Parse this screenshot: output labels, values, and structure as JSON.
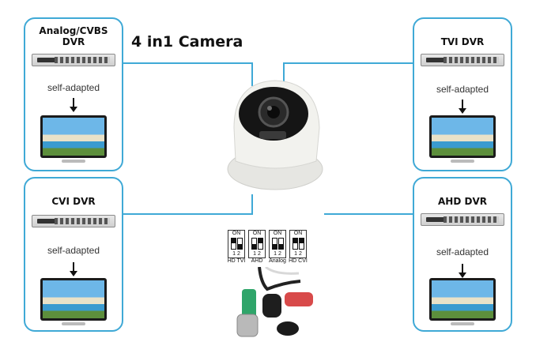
{
  "title": "4 in1 Camera",
  "panels": {
    "analog": {
      "title_line1": "Analog/CVBS",
      "title_line2": "DVR",
      "subtitle": "self-adapted"
    },
    "cvi": {
      "title": "CVI DVR",
      "subtitle": "self-adapted"
    },
    "tvi": {
      "title": "TVI DVR",
      "subtitle": "self-adapted"
    },
    "ahd": {
      "title": "AHD DVR",
      "subtitle": "self-adapted"
    }
  },
  "switches": [
    {
      "on": "ON",
      "nums": "1 2",
      "label": "HD TVI"
    },
    {
      "on": "ON",
      "nums": "1 2",
      "label": "AHD"
    },
    {
      "on": "ON",
      "nums": "1 2",
      "label": "Analog"
    },
    {
      "on": "ON",
      "nums": "1 2",
      "label": "HD CVI"
    }
  ],
  "colors": {
    "accent": "#3fa9d6",
    "camera": "#f2f2ee",
    "cable_green": "#2fa56a",
    "cable_red": "#d84a4a"
  }
}
